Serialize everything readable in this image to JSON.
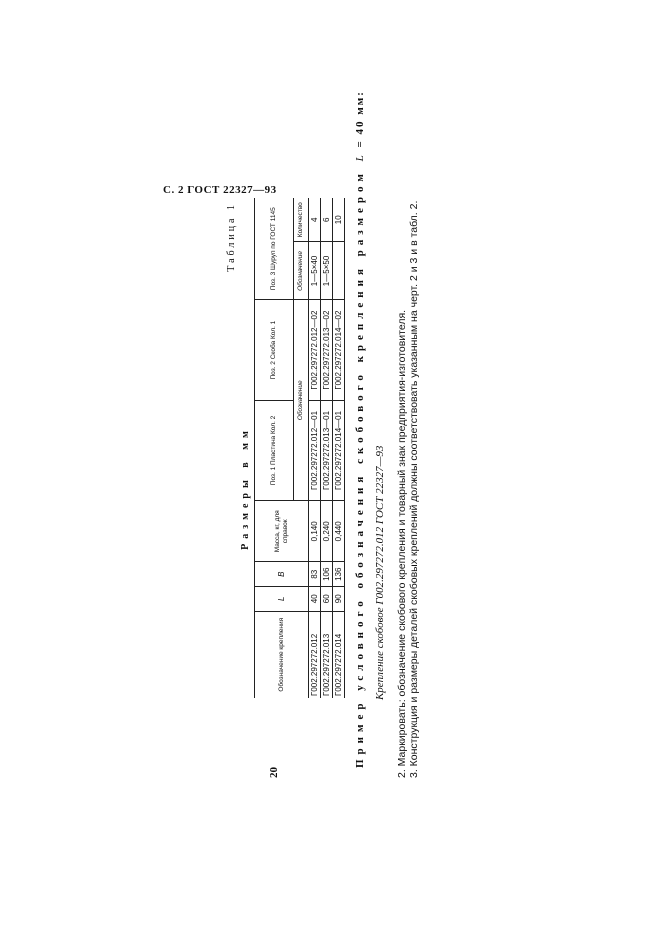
{
  "page_header": "С. 2 ГОСТ 22327—93",
  "table": {
    "caption": "Таблица 1",
    "units": "Размеры в мм",
    "headers": {
      "designation": "Обозначение крепления",
      "L": "L",
      "B": "B",
      "mass": "Масса, кг, для справок",
      "pos1": "Поз. 1 Пластина Кол. 2",
      "pos2": "Поз. 2 Скоба Кол. 1",
      "pos3": "Поз. 3 Шуруп по ГОСТ 1145",
      "oboznachenie": "Обозначение",
      "oboznachenie_small": "Обозначение",
      "quantity": "Количество"
    },
    "rows": [
      {
        "designation": "Г002.297272.012",
        "L": "40",
        "B": "83",
        "mass": "0,140",
        "pos1": "Г002.297272.012—01",
        "pos2": "Г002.297272.012—02",
        "pos3": "1—5×40",
        "qty": "4"
      },
      {
        "designation": "Г002.297272.013",
        "L": "60",
        "B": "106",
        "mass": "0,240",
        "pos1": "Г002.297272.013—01",
        "pos2": "Г002.297272.013—02",
        "pos3": "1—5×50",
        "qty": "6"
      },
      {
        "designation": "Г002.297272.014",
        "L": "90",
        "B": "136",
        "mass": "0,440",
        "pos1": "Г002.297272.014—01",
        "pos2": "Г002.297272.014—02",
        "pos3": "",
        "qty": "10"
      }
    ]
  },
  "page_number": "20",
  "example": {
    "lead": "Пример условного обозначения скобового крепления размером",
    "var": "L",
    "tail": "= 40 мм:",
    "code": "Крепление скобовое Г002.297272.012 ГОСТ 22327—93"
  },
  "notes": [
    "2. Маркировать: обозначение скобового крепления и товарный знак предприятия-изготовителя.",
    "3. Конструкция и размеры деталей скобовых креплений должны соответствовать указанным на черт. 2 и 3 и в табл. 2."
  ]
}
